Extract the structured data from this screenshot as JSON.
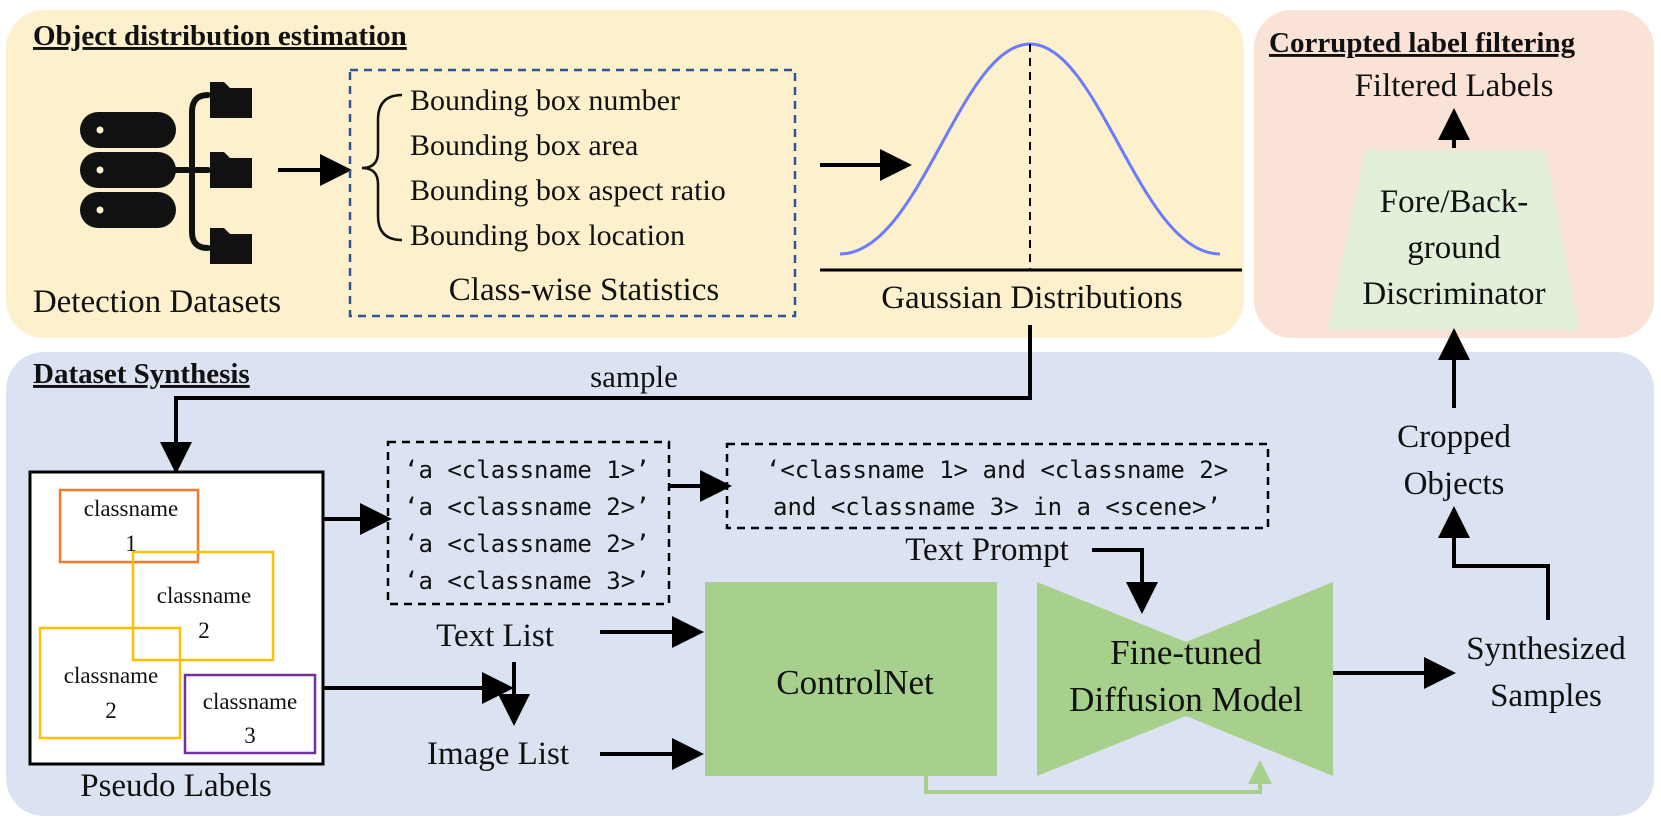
{
  "panels": {
    "object_estimation": {
      "title": "Object distribution estimation"
    },
    "label_filtering": {
      "title": "Corrupted label filtering"
    },
    "dataset_synthesis": {
      "title": "Dataset Synthesis"
    }
  },
  "object_estimation": {
    "datasets_label": "Detection Datasets",
    "stats_items": [
      "Bounding box number",
      "Bounding box area",
      "Bounding box aspect ratio",
      "Bounding box location"
    ],
    "stats_caption": "Class-wise Statistics",
    "gaussian_caption": "Gaussian Distributions"
  },
  "label_filtering": {
    "filtered_label": "Filtered Labels",
    "discriminator_lines": [
      "Fore/Back-",
      "ground",
      "Discriminator"
    ]
  },
  "dataset_synthesis": {
    "sample_label": "sample",
    "pseudo_boxes": [
      {
        "lines": [
          "classname",
          "1"
        ]
      },
      {
        "lines": [
          "classname",
          "2"
        ]
      },
      {
        "lines": [
          "classname",
          "2"
        ]
      },
      {
        "lines": [
          "classname",
          "3"
        ]
      }
    ],
    "pseudo_caption": "Pseudo Labels",
    "text_list_items": [
      "‘a <classname 1>’",
      "‘a <classname 2>’",
      "‘a <classname 2>’",
      "‘a <classname 3>’"
    ],
    "text_list_label": "Text List",
    "image_list_label": "Image List",
    "prompt_lines": [
      "‘<classname 1> and <classname 2>",
      "and <classname 3> in a <scene>’"
    ],
    "prompt_label": "Text Prompt",
    "controlnet_label": "ControlNet",
    "diffusion_lines": [
      "Fine-tuned",
      "Diffusion Model"
    ],
    "synth_lines": [
      "Synthesized",
      "Samples"
    ],
    "cropped_lines": [
      "Cropped",
      "Objects"
    ]
  },
  "colors": {
    "panel_yellow": "#fdf0cc",
    "panel_pink": "#fbe2d6",
    "panel_blue": "#dbe3f2",
    "model_green": "#a8d08d",
    "discriminator_green": "#e2efd9",
    "gaussian_curve": "#6b7bff",
    "box_orange": "#ed7d31",
    "box_yellow": "#ffc000",
    "box_purple": "#7030a0",
    "dashed_blue": "#2f5597"
  }
}
